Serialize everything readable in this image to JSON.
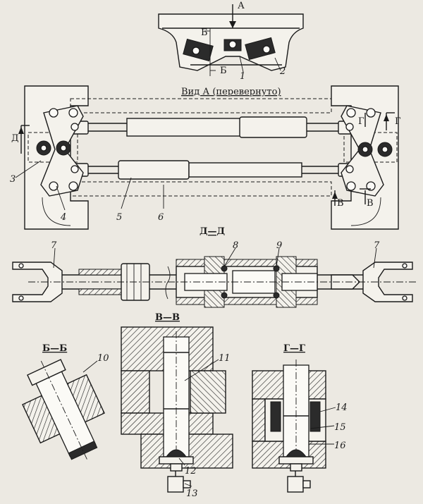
{
  "view_labels": {
    "arrow_a": "А",
    "view_a": "Вид А (перевернуто)",
    "section_dd": "Д—Д",
    "section_bb": "Б—Б",
    "section_vv": "В—В",
    "section_gg": "Г—Г"
  },
  "cut_marks": {
    "b_top": "Б",
    "b_bottom": "Б",
    "d_left": "Д",
    "g_inner": "Г",
    "g_outer": "Г",
    "v_inner": "В",
    "v_outer": "В"
  },
  "callouts": [
    "1",
    "2",
    "3",
    "4",
    "5",
    "6",
    "7",
    "7",
    "8",
    "9",
    "10",
    "11",
    "12",
    "13",
    "14",
    "15",
    "16"
  ]
}
